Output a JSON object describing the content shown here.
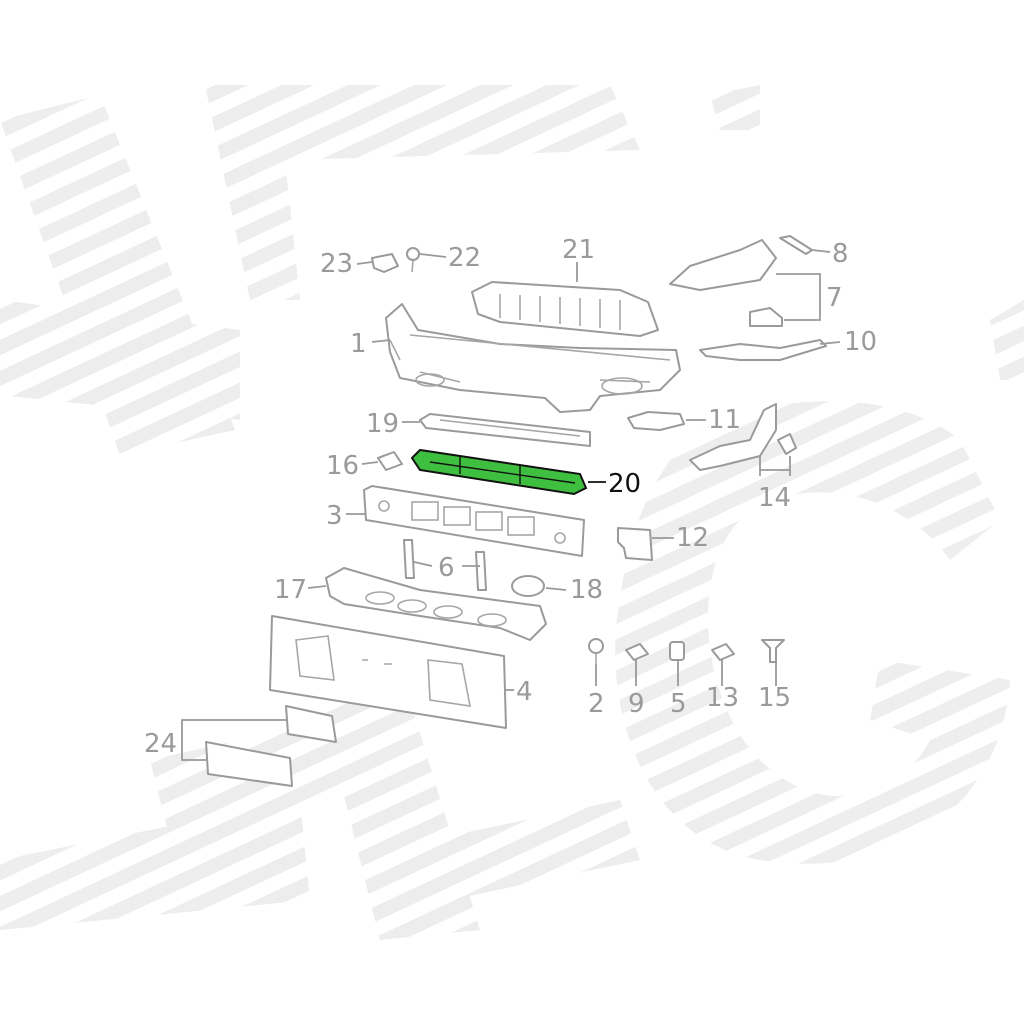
{
  "colors": {
    "highlight_fill": "#3fbf3f",
    "line": "#9a9a9a",
    "watermark": "#ebebeb",
    "highlight_text": "#111111"
  },
  "callouts": [
    {
      "id": "1",
      "label": "1"
    },
    {
      "id": "2",
      "label": "2"
    },
    {
      "id": "3",
      "label": "3"
    },
    {
      "id": "4",
      "label": "4"
    },
    {
      "id": "5",
      "label": "5"
    },
    {
      "id": "6",
      "label": "6"
    },
    {
      "id": "7",
      "label": "7"
    },
    {
      "id": "8",
      "label": "8"
    },
    {
      "id": "9",
      "label": "9"
    },
    {
      "id": "10",
      "label": "10"
    },
    {
      "id": "11",
      "label": "11"
    },
    {
      "id": "12",
      "label": "12"
    },
    {
      "id": "13",
      "label": "13"
    },
    {
      "id": "14",
      "label": "14"
    },
    {
      "id": "15",
      "label": "15"
    },
    {
      "id": "16",
      "label": "16"
    },
    {
      "id": "17",
      "label": "17"
    },
    {
      "id": "18",
      "label": "18"
    },
    {
      "id": "19",
      "label": "19"
    },
    {
      "id": "20",
      "label": "20",
      "highlighted": true
    },
    {
      "id": "21",
      "label": "21"
    },
    {
      "id": "22",
      "label": "22"
    },
    {
      "id": "23",
      "label": "23"
    },
    {
      "id": "24",
      "label": "24"
    }
  ],
  "highlighted_part": "20"
}
